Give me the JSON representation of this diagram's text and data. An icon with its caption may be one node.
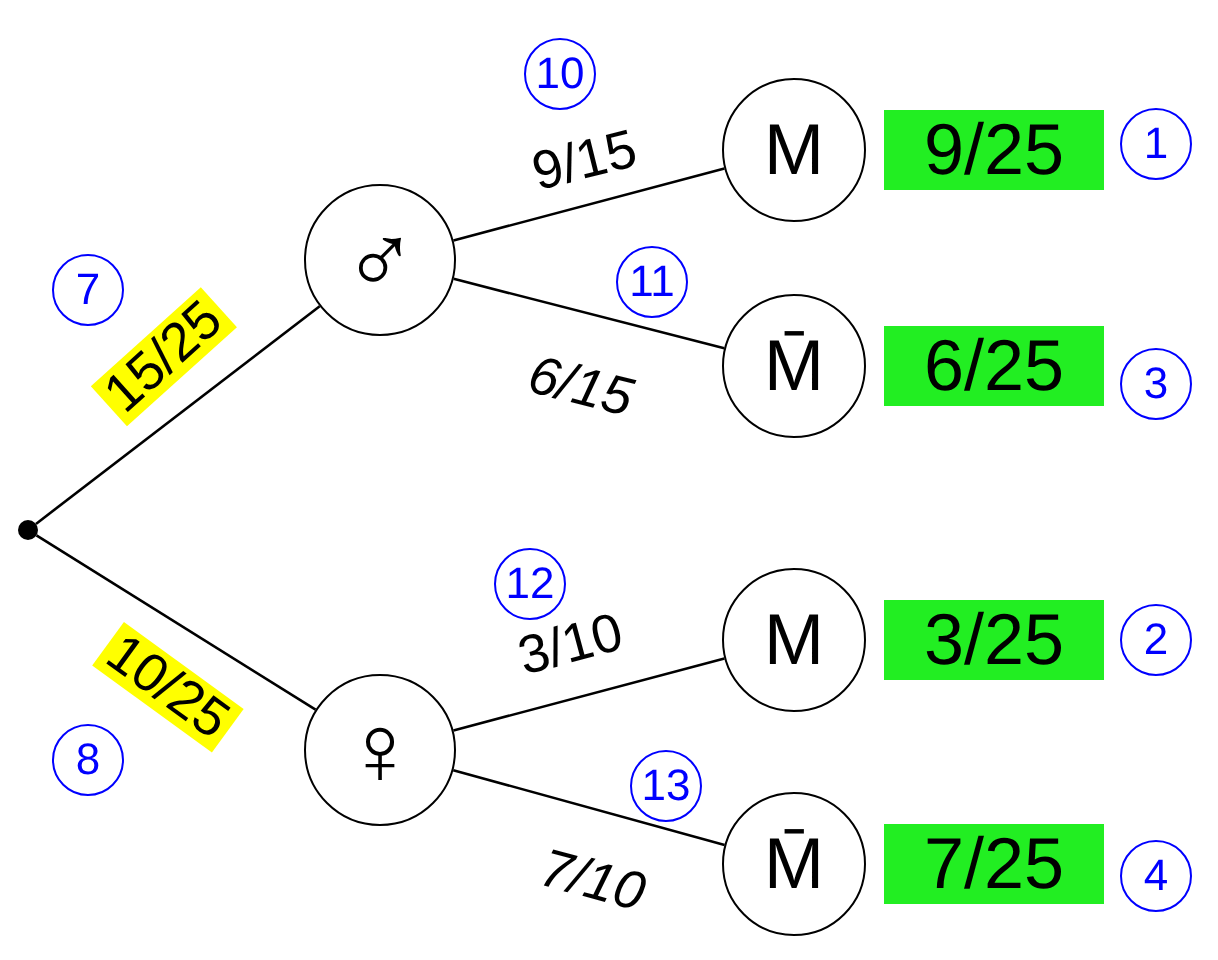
{
  "diagram": {
    "nodes": [
      {
        "text": [],
        "shape": "circle"
      },
      {
        "text": [
          "♂"
        ]
      },
      {
        "text": [
          "♀"
        ]
      },
      {
        "text": [
          "M"
        ],
        "beside": [
          "9/25"
        ]
      },
      {
        "text": [
          "M̄"
        ],
        "beside": [
          "6/25"
        ]
      },
      {
        "text": [
          "M"
        ],
        "beside": [
          "3/25"
        ]
      },
      {
        "text": [
          "M̄"
        ],
        "beside": [
          "7/25"
        ]
      },
      {
        "text": [
          "10"
        ]
      },
      {
        "text": [
          "1"
        ]
      },
      {
        "text": [
          "7"
        ]
      },
      {
        "text": [
          "11"
        ]
      },
      {
        "text": [
          "3"
        ]
      },
      {
        "text": [
          "12"
        ]
      },
      {
        "text": [
          "2"
        ]
      },
      {
        "text": [
          "8"
        ]
      },
      {
        "text": [
          "13"
        ]
      },
      {
        "text": [
          "4"
        ]
      }
    ],
    "edges": [
      {
        "from": 0,
        "to": 1,
        "arrow": "none",
        "label": "15/25"
      },
      {
        "from": 0,
        "to": 2,
        "arrow": "none",
        "label": "10/25"
      },
      {
        "from": 1,
        "to": 3,
        "arrow": "none",
        "label": "9/15"
      },
      {
        "from": 1,
        "to": 4,
        "arrow": "none",
        "label": "6/15"
      },
      {
        "from": 2,
        "to": 5,
        "arrow": "none",
        "label": "3/10"
      },
      {
        "from": 2,
        "to": 6,
        "arrow": "none",
        "label": "7/10"
      }
    ]
  }
}
